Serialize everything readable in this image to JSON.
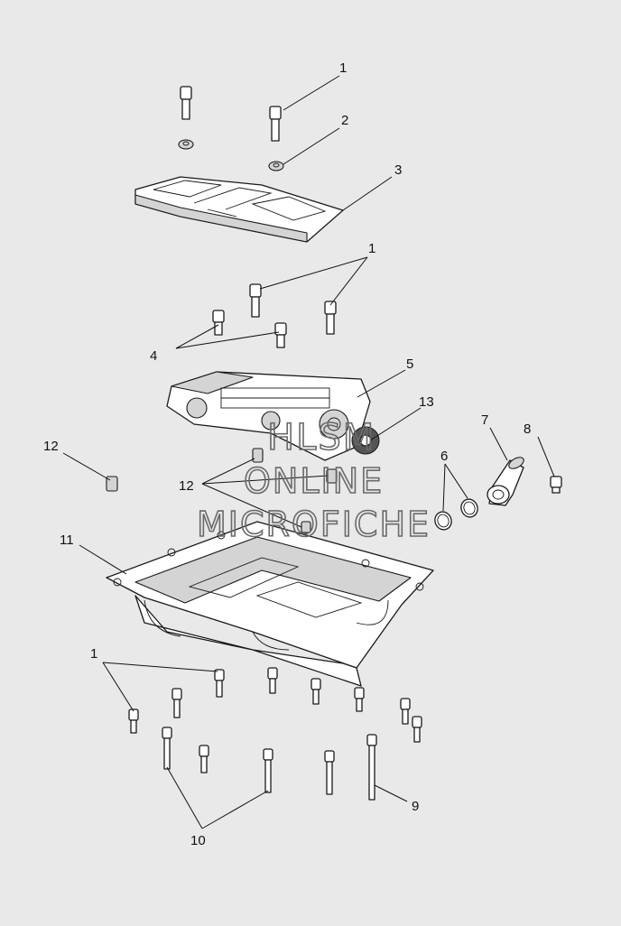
{
  "watermark": {
    "line1": "HLSM",
    "line2": "ONLINE",
    "line3": "MICROFICHE"
  },
  "callouts": {
    "c1_top": "1",
    "c2": "2",
    "c3": "3",
    "c1_mid": "1",
    "c4": "4",
    "c5": "5",
    "c13": "13",
    "c7": "7",
    "c8": "8",
    "c6": "6",
    "c12_left": "12",
    "c12_mid": "12",
    "c11": "11",
    "c1_low": "1",
    "c9": "9",
    "c10": "10"
  },
  "colors": {
    "background": "#e9e9e9",
    "line": "#111111",
    "watermark": "#6a6a6a"
  }
}
